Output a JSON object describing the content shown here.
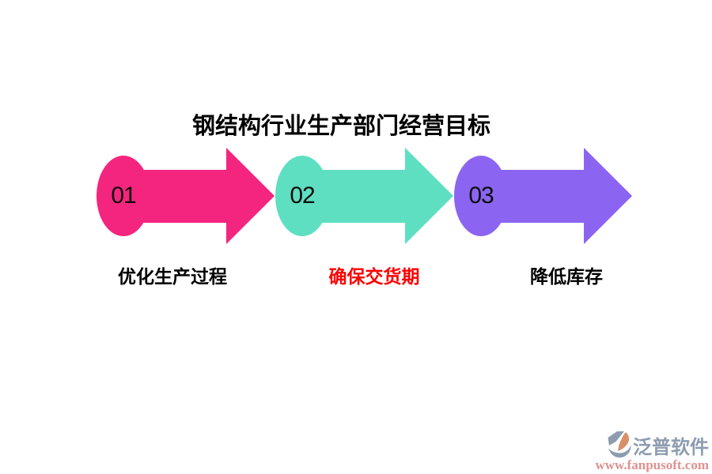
{
  "page": {
    "background": "#FFFFFF"
  },
  "title": {
    "text": "钢结构行业生产部门经营目标",
    "color": "#000000"
  },
  "steps": [
    {
      "number": "01",
      "label": "优化生产过程",
      "arrow_color": "#F4257F",
      "label_color": "#000000"
    },
    {
      "number": "02",
      "label": "确保交货期",
      "arrow_color": "#5EDFC1",
      "label_color": "#FD0000"
    },
    {
      "number": "03",
      "label": "降低库存",
      "arrow_color": "#8B65F1",
      "label_color": "#000000"
    }
  ],
  "watermark": {
    "brand": "泛普软件",
    "url": "www.fanpusoft.com",
    "brand_color": "#8E9CB0",
    "url_color": "#DF9191",
    "icon": {
      "name": "fanpu-logo-icon",
      "grey": "#8E9CB0",
      "orange": "#D8906A"
    }
  }
}
